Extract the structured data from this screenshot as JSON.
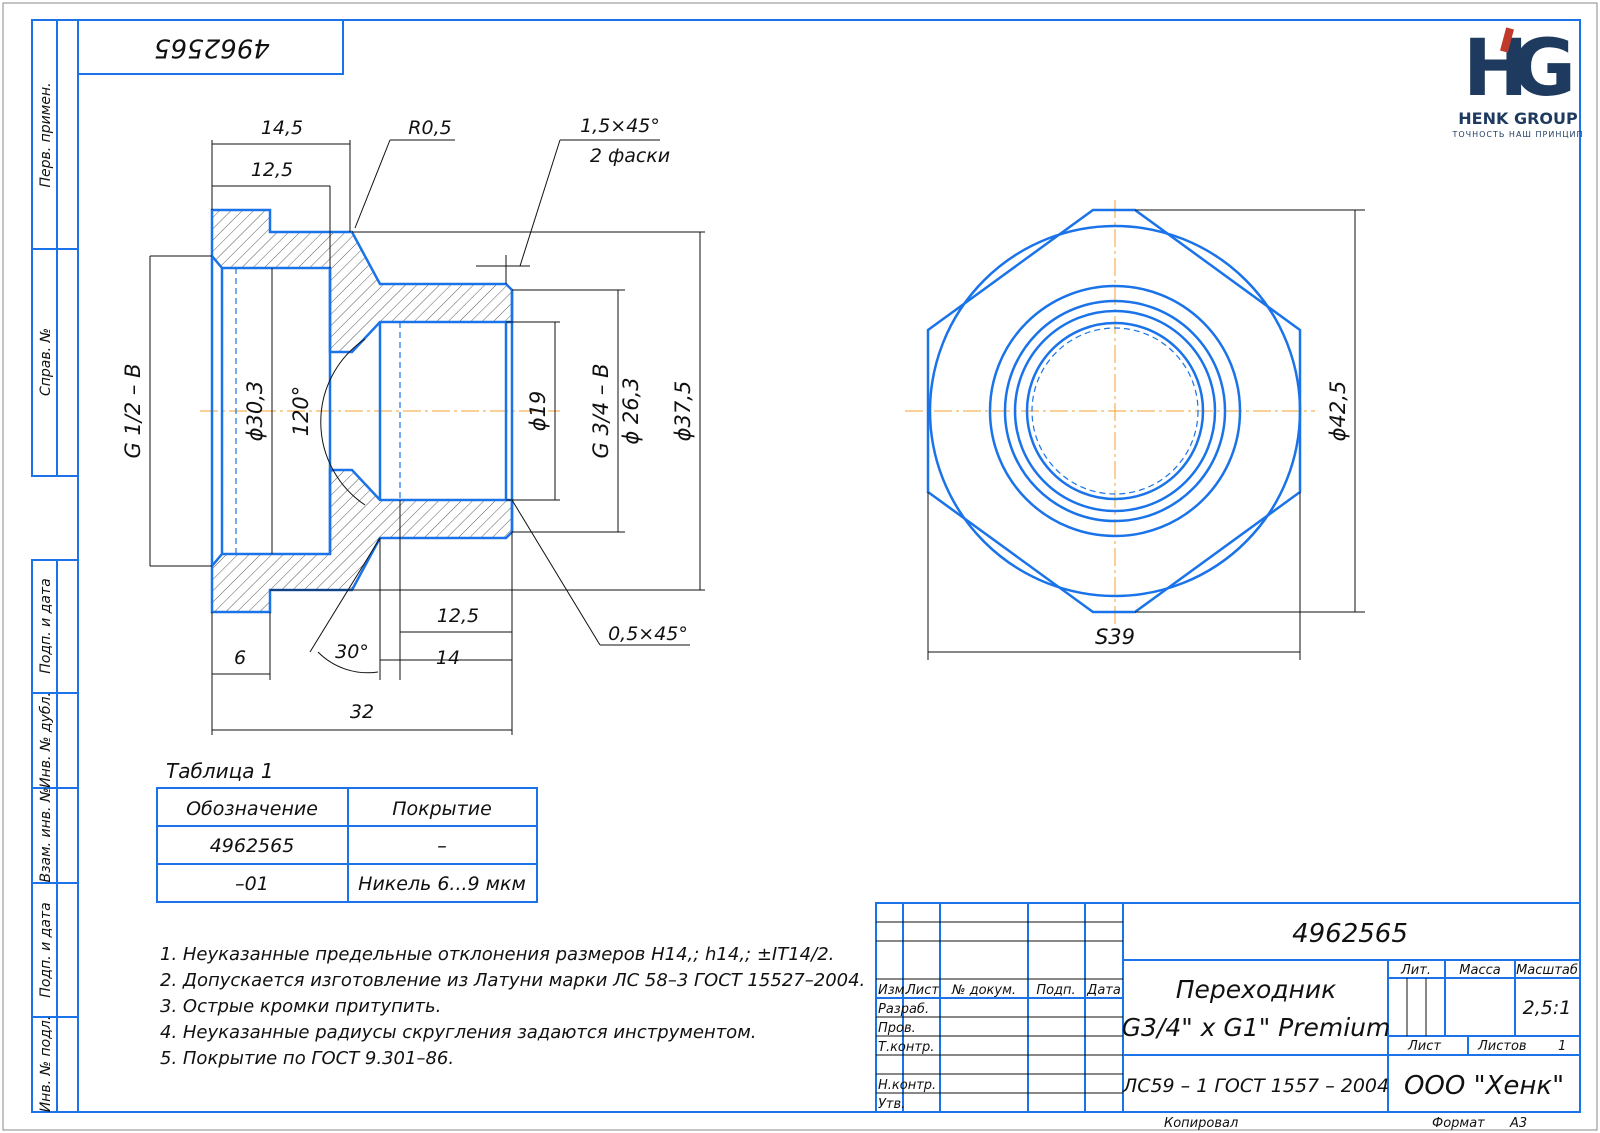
{
  "drawing_number": "4962565",
  "drawing_number_top": "4962565",
  "logo": {
    "company": "HENK GROUP",
    "slogan": "ТОЧНОСТЬ НАШ ПРИНЦИП",
    "colors": {
      "primary": "#1f3a5f",
      "accent": "#c0392b"
    }
  },
  "side_panel": [
    "Перв. примен.",
    "Справ. №",
    "Подп. и дата",
    "Инв. № дубл.",
    "Взам. инв. №",
    "Подп. и дата",
    "Инв. № подл."
  ],
  "dimensions": {
    "d14_5": "14,5",
    "d12_5_top": "12,5",
    "r0_5": "R0,5",
    "chamfer_top": "1,5×45°",
    "chamfer_top_note": "2 фаски",
    "g1_2": "G 1/2 – B",
    "d30_3": "ϕ30,3",
    "ang120": "120°",
    "d19": "ϕ19",
    "g3_4": "G 3/4 – B",
    "d26_3": "ϕ 26,3",
    "d37_5": "ϕ37,5",
    "chamfer_bot": "0,5×45°",
    "d12_5_bot": "12,5",
    "d14": "14",
    "d6": "6",
    "ang30": "30°",
    "d32": "32",
    "d42_5": "ϕ42,5",
    "s39": "S39"
  },
  "table": {
    "caption": "Таблица 1",
    "headers": [
      "Обозначение",
      "Покрытие"
    ],
    "rows": [
      [
        "4962565",
        "–"
      ],
      [
        "–01",
        "Никель 6...9 мкм"
      ]
    ]
  },
  "notes": [
    "1. Неуказанные предельные отклонения размеров H14,; h14,; ±IT14/2.",
    "2. Допускается изготовление из Латуни марки ЛС 58–3 ГОСТ 15527–2004.",
    "3. Острые кромки притупить.",
    "4. Неуказанные радиусы скругления задаются инструментом.",
    "5. Покрытие по ГОСТ 9.301–86."
  ],
  "title_block": {
    "number": "4962565",
    "title_line1": "Переходник",
    "title_line2": "G3/4\" x G1\" Premium",
    "material": "ЛС59 – 1 ГОСТ 1557 – 2004",
    "company": "ООО \"Хенк\"",
    "scale": "2,5:1",
    "headers": {
      "izm": "Изм.",
      "list": "Лист",
      "doc": "№ докум.",
      "sign": "Подп.",
      "date": "Дата",
      "lit": "Лит.",
      "mass": "Масса",
      "scale": "Масштаб",
      "sheet": "Лист",
      "sheets": "Листов",
      "sheets_val": "1"
    },
    "roles": [
      "Разраб.",
      "Пров.",
      "Т.контр.",
      "Н.контр.",
      "Утв."
    ],
    "copied": "Копировал",
    "format_label": "Формат",
    "format": "А3"
  }
}
